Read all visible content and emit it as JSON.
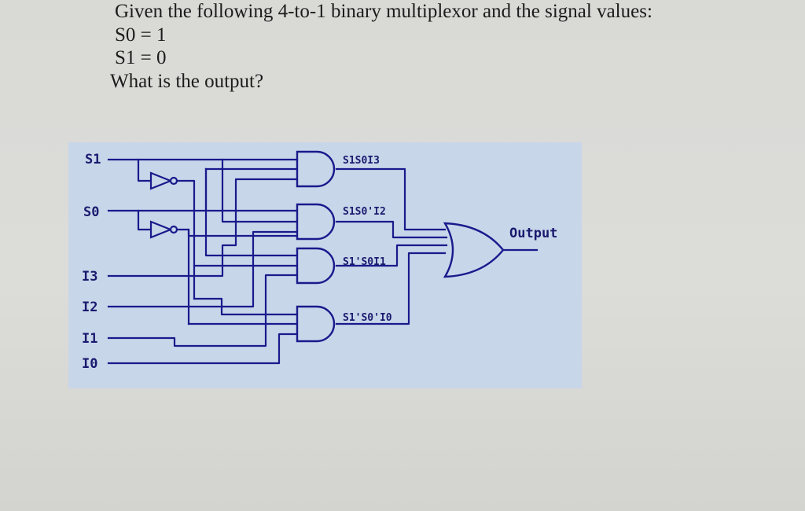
{
  "question": {
    "intro": "Given the following 4-to-1 binary multiplexor and the signal values:",
    "s0_line": "S0 = 1",
    "s1_line": "S1 = 0",
    "prompt": "What is the output?"
  },
  "diagram": {
    "inputs": {
      "s1": "S1",
      "s0": "S0",
      "i3": "I3",
      "i2": "I2",
      "i1": "I1",
      "i0": "I0"
    },
    "and_labels": {
      "g3": "S1S0I3",
      "g2": "S1S0'I2",
      "g1": "S1'S0I1",
      "g0": "S1'S0'I0"
    },
    "output_label": "Output"
  },
  "colors": {
    "background": "#dad9d6",
    "panel": "#c8d6ea",
    "wire": "#1a1a8c",
    "text": "#1c1c1c"
  }
}
